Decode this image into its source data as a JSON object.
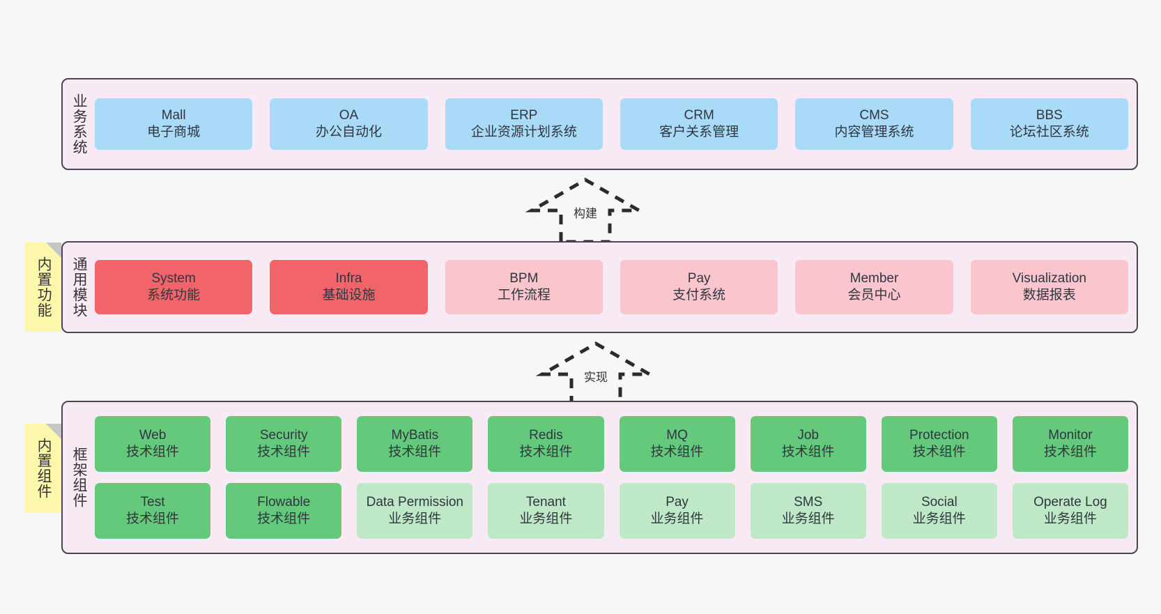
{
  "diagram": {
    "background_color": "#f7f7f7",
    "layer_border_color": "#4a4453",
    "layer_fill_color": "#f8eaf4"
  },
  "notes": [
    {
      "label": "内置功能",
      "color": "#fdf7ab"
    },
    {
      "label": "内置组件",
      "color": "#fdf7ab"
    }
  ],
  "arrows": [
    {
      "label": "构建"
    },
    {
      "label": "实现"
    }
  ],
  "layers": [
    {
      "id": "business",
      "title": "业务系统",
      "rows": [
        {
          "cards": [
            {
              "t1": "Mall",
              "t2": "电子商城",
              "color": "#a9daf8",
              "style": "c-blue"
            },
            {
              "t1": "OA",
              "t2": "办公自动化",
              "color": "#a9daf8",
              "style": "c-blue"
            },
            {
              "t1": "ERP",
              "t2": "企业资源计划系统",
              "color": "#a9daf8",
              "style": "c-blue"
            },
            {
              "t1": "CRM",
              "t2": "客户关系管理",
              "color": "#a9daf8",
              "style": "c-blue"
            },
            {
              "t1": "CMS",
              "t2": "内容管理系统",
              "color": "#a9daf8",
              "style": "c-blue"
            },
            {
              "t1": "BBS",
              "t2": "论坛社区系统",
              "color": "#a9daf8",
              "style": "c-blue"
            }
          ]
        }
      ]
    },
    {
      "id": "common",
      "title": "通用模块",
      "rows": [
        {
          "cards": [
            {
              "t1": "System",
              "t2": "系统功能",
              "color": "#f1656a",
              "style": "c-red"
            },
            {
              "t1": "Infra",
              "t2": "基础设施",
              "color": "#f1656a",
              "style": "c-red"
            },
            {
              "t1": "BPM",
              "t2": "工作流程",
              "color": "#fbc5cd",
              "style": "c-pink"
            },
            {
              "t1": "Pay",
              "t2": "支付系统",
              "color": "#fbc5cd",
              "style": "c-pink"
            },
            {
              "t1": "Member",
              "t2": "会员中心",
              "color": "#fbc5cd",
              "style": "c-pink"
            },
            {
              "t1": "Visualization",
              "t2": "数据报表",
              "color": "#fbc5cd",
              "style": "c-pink"
            }
          ]
        }
      ]
    },
    {
      "id": "framework",
      "title": "框架组件",
      "rows": [
        {
          "cards": [
            {
              "t1": "Web",
              "t2": "技术组件",
              "color": "#64c97b",
              "style": "c-green"
            },
            {
              "t1": "Security",
              "t2": "技术组件",
              "color": "#64c97b",
              "style": "c-green"
            },
            {
              "t1": "MyBatis",
              "t2": "技术组件",
              "color": "#64c97b",
              "style": "c-green"
            },
            {
              "t1": "Redis",
              "t2": "技术组件",
              "color": "#64c97b",
              "style": "c-green"
            },
            {
              "t1": "MQ",
              "t2": "技术组件",
              "color": "#64c97b",
              "style": "c-green"
            },
            {
              "t1": "Job",
              "t2": "技术组件",
              "color": "#64c97b",
              "style": "c-green"
            },
            {
              "t1": "Protection",
              "t2": "技术组件",
              "color": "#64c97b",
              "style": "c-green"
            },
            {
              "t1": "Monitor",
              "t2": "技术组件",
              "color": "#64c97b",
              "style": "c-green"
            }
          ]
        },
        {
          "cards": [
            {
              "t1": "Test",
              "t2": "技术组件",
              "color": "#64c97b",
              "style": "c-green"
            },
            {
              "t1": "Flowable",
              "t2": "技术组件",
              "color": "#64c97b",
              "style": "c-green"
            },
            {
              "t1": "Data Permission",
              "t2": "业务组件",
              "color": "#bfe9c6",
              "style": "c-greenlight"
            },
            {
              "t1": "Tenant",
              "t2": "业务组件",
              "color": "#bfe9c6",
              "style": "c-greenlight"
            },
            {
              "t1": "Pay",
              "t2": "业务组件",
              "color": "#bfe9c6",
              "style": "c-greenlight"
            },
            {
              "t1": "SMS",
              "t2": "业务组件",
              "color": "#bfe9c6",
              "style": "c-greenlight"
            },
            {
              "t1": "Social",
              "t2": "业务组件",
              "color": "#bfe9c6",
              "style": "c-greenlight"
            },
            {
              "t1": "Operate Log",
              "t2": "业务组件",
              "color": "#bfe9c6",
              "style": "c-greenlight"
            }
          ]
        }
      ]
    }
  ]
}
